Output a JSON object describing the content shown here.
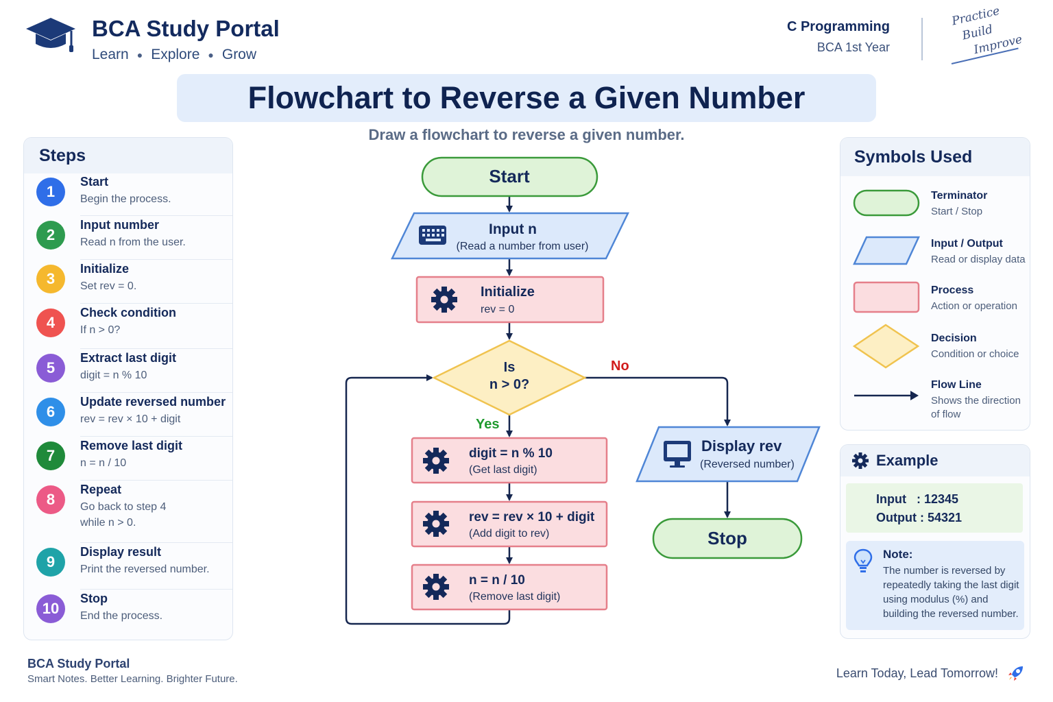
{
  "header": {
    "brand_title": "BCA Study Portal",
    "tagline": [
      "Learn",
      "Explore",
      "Grow"
    ],
    "course_title": "C Programming",
    "course_year": "BCA 1st Year",
    "motto": [
      "Practice",
      "Build",
      "Improve"
    ]
  },
  "title": "Flowchart to Reverse a Given Number",
  "subtitle": "Draw a flowchart to reverse a given number.",
  "steps_panel": {
    "heading": "Steps",
    "steps": [
      {
        "num": "1",
        "title": "Start",
        "desc": "Begin the process.",
        "color": "#2f6ee8"
      },
      {
        "num": "2",
        "title": "Input number",
        "desc": "Read n from the user.",
        "color": "#2e9b4f"
      },
      {
        "num": "3",
        "title": "Initialize",
        "desc": "Set rev = 0.",
        "color": "#f5b82e"
      },
      {
        "num": "4",
        "title": "Check condition",
        "desc": "If n > 0?",
        "color": "#ef5350"
      },
      {
        "num": "5",
        "title": "Extract last digit",
        "desc": "digit = n % 10",
        "color": "#8a5cd6"
      },
      {
        "num": "6",
        "title": "Update reversed number",
        "desc": "rev = rev × 10 + digit",
        "color": "#2f8fe8"
      },
      {
        "num": "7",
        "title": "Remove last digit",
        "desc": "n = n / 10",
        "color": "#1f8a3a"
      },
      {
        "num": "8",
        "title": "Repeat",
        "desc": "Go back to step 4 while n > 0.",
        "color": "#ec5a86"
      },
      {
        "num": "9",
        "title": "Display result",
        "desc": "Print the reversed number.",
        "color": "#1fa3a8"
      },
      {
        "num": "10",
        "title": "Stop",
        "desc": "End the process.",
        "color": "#8a5cd6"
      }
    ]
  },
  "flowchart": {
    "start": "Start",
    "input_title": "Input n",
    "input_sub": "(Read a number from user)",
    "init_title": "Initialize",
    "init_sub": "rev = 0",
    "decision_line1": "Is",
    "decision_line2": "n > 0?",
    "no_label": "No",
    "yes_label": "Yes",
    "p1_title": "digit = n % 10",
    "p1_sub": "(Get last digit)",
    "p2_title": "rev = rev × 10 + digit",
    "p2_sub": "(Add digit to rev)",
    "p3_title": "n = n / 10",
    "p3_sub": "(Remove last digit)",
    "display_title": "Display rev",
    "display_sub": "(Reversed number)",
    "stop": "Stop"
  },
  "symbols_panel": {
    "heading": "Symbols Used",
    "items": [
      {
        "title": "Terminator",
        "desc": "Start / Stop"
      },
      {
        "title": "Input / Output",
        "desc": "Read or display data"
      },
      {
        "title": "Process",
        "desc": "Action or operation"
      },
      {
        "title": "Decision",
        "desc": "Condition or choice"
      },
      {
        "title": "Flow Line",
        "desc": "Shows the direction of flow"
      }
    ]
  },
  "example_panel": {
    "heading": "Example",
    "input_line": "Input   : 12345",
    "output_line": "Output : 54321",
    "note_title": "Note:",
    "note_text": "The number is reversed by repeatedly taking the last digit using modulus (%) and building the reversed number."
  },
  "footer": {
    "brand": "BCA Study Portal",
    "tagline": "Smart Notes. Better Learning. Brighter Future.",
    "right_text": "Learn Today, Lead Tomorrow!"
  },
  "colors": {
    "terminator_fill": "#dff3d8",
    "terminator_stroke": "#3a9a3a",
    "io_fill": "#dce9fb",
    "io_stroke": "#4f86d6",
    "process_fill": "#fbdde0",
    "process_stroke": "#e57f8a",
    "decision_fill": "#fdefc4",
    "decision_stroke": "#f0c34f",
    "line": "#15264f",
    "no": "#d11b1b",
    "yes": "#1f9a2e"
  }
}
